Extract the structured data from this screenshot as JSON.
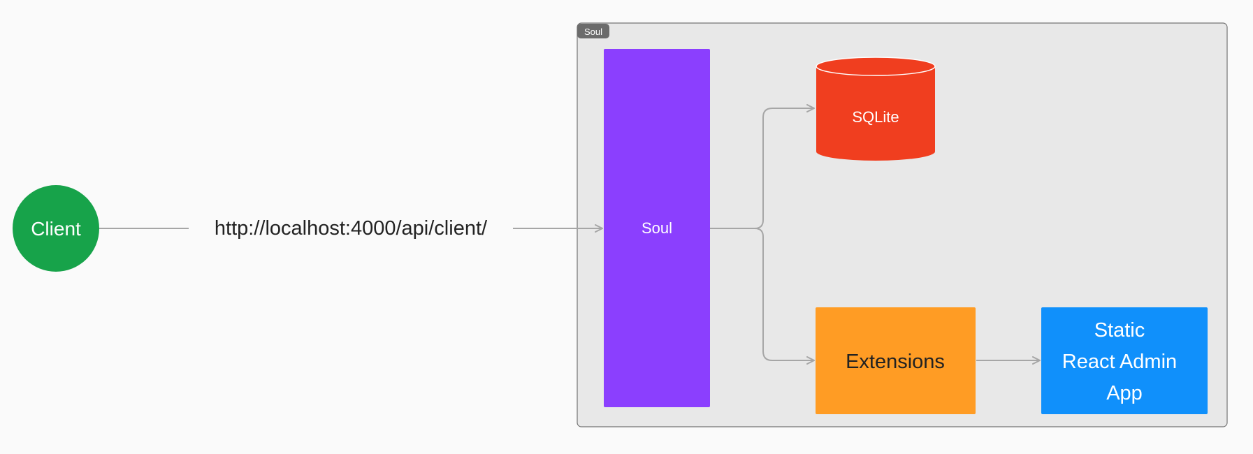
{
  "diagram": {
    "group": {
      "badge": "Soul"
    },
    "nodes": {
      "client": {
        "label": "Client",
        "color": "#17a34a"
      },
      "soul": {
        "label": "Soul",
        "color": "#8b3ffe"
      },
      "sqlite": {
        "label": "SQLite",
        "color": "#f03e1f"
      },
      "extensions": {
        "label": "Extensions",
        "color": "#ff9c24"
      },
      "static_app": {
        "lines": [
          "Static",
          "React Admin",
          "App"
        ],
        "color": "#1090fb"
      }
    },
    "edges": {
      "client_to_soul": {
        "label": "http://localhost:4000/api/client/"
      }
    },
    "colors": {
      "background": "#fafafa",
      "group_fill": "#e8e8e8",
      "group_border": "#737373",
      "badge_fill": "#6b6b6b",
      "edge": "#a6a6a6"
    }
  }
}
